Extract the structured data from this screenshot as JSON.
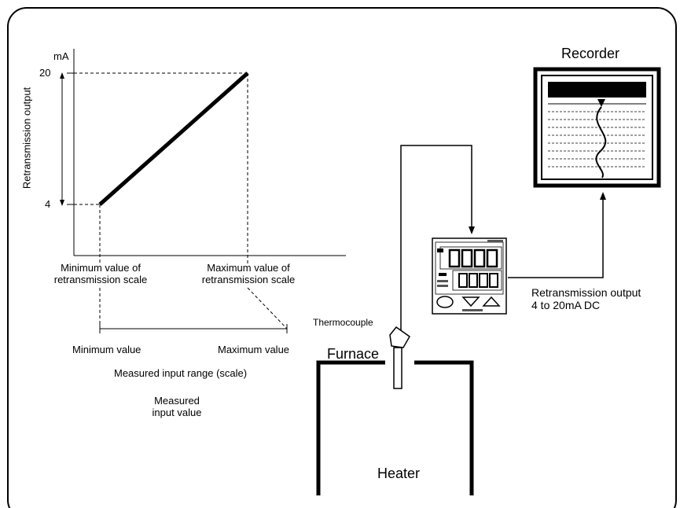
{
  "graph": {
    "unit": "mA",
    "y_axis_label": "Retransmission output",
    "y_tick_high": "20",
    "y_tick_low": "4",
    "min_scale_label": [
      "Minimum value of",
      "retransmission scale"
    ],
    "max_scale_label": [
      "Maximum value of",
      "retransmission scale"
    ],
    "range_min": "Minimum value",
    "range_max": "Maximum value",
    "range_caption": "Measured input range (scale)",
    "input_caption": [
      "Measured",
      "input value"
    ]
  },
  "system": {
    "recorder_label": "Recorder",
    "output_label": [
      "Retransmission output",
      "4 to 20mA DC"
    ],
    "sensor_label": "Thermocouple",
    "furnace_label": "Furnace",
    "heater_label": "Heater"
  }
}
